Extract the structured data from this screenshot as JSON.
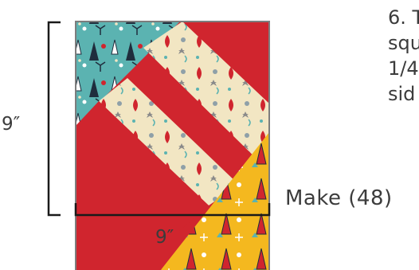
{
  "dimensions": {
    "height": "9″",
    "width": "9″"
  },
  "instruction": {
    "lines": [
      "6. T",
      "squ",
      "1/4",
      "sid"
    ]
  },
  "make_label": "Make (48)",
  "colors": {
    "red": "#d0252e",
    "teal": "#5bb3b1",
    "cream": "#f2e6c3",
    "yellow": "#f4b81f",
    "outline": "#7d7d7d",
    "ink": "#3c3c3c"
  },
  "icons": [
    "quilt-block-diagram",
    "vertical-dimension-bracket",
    "horizontal-dimension-bracket"
  ]
}
